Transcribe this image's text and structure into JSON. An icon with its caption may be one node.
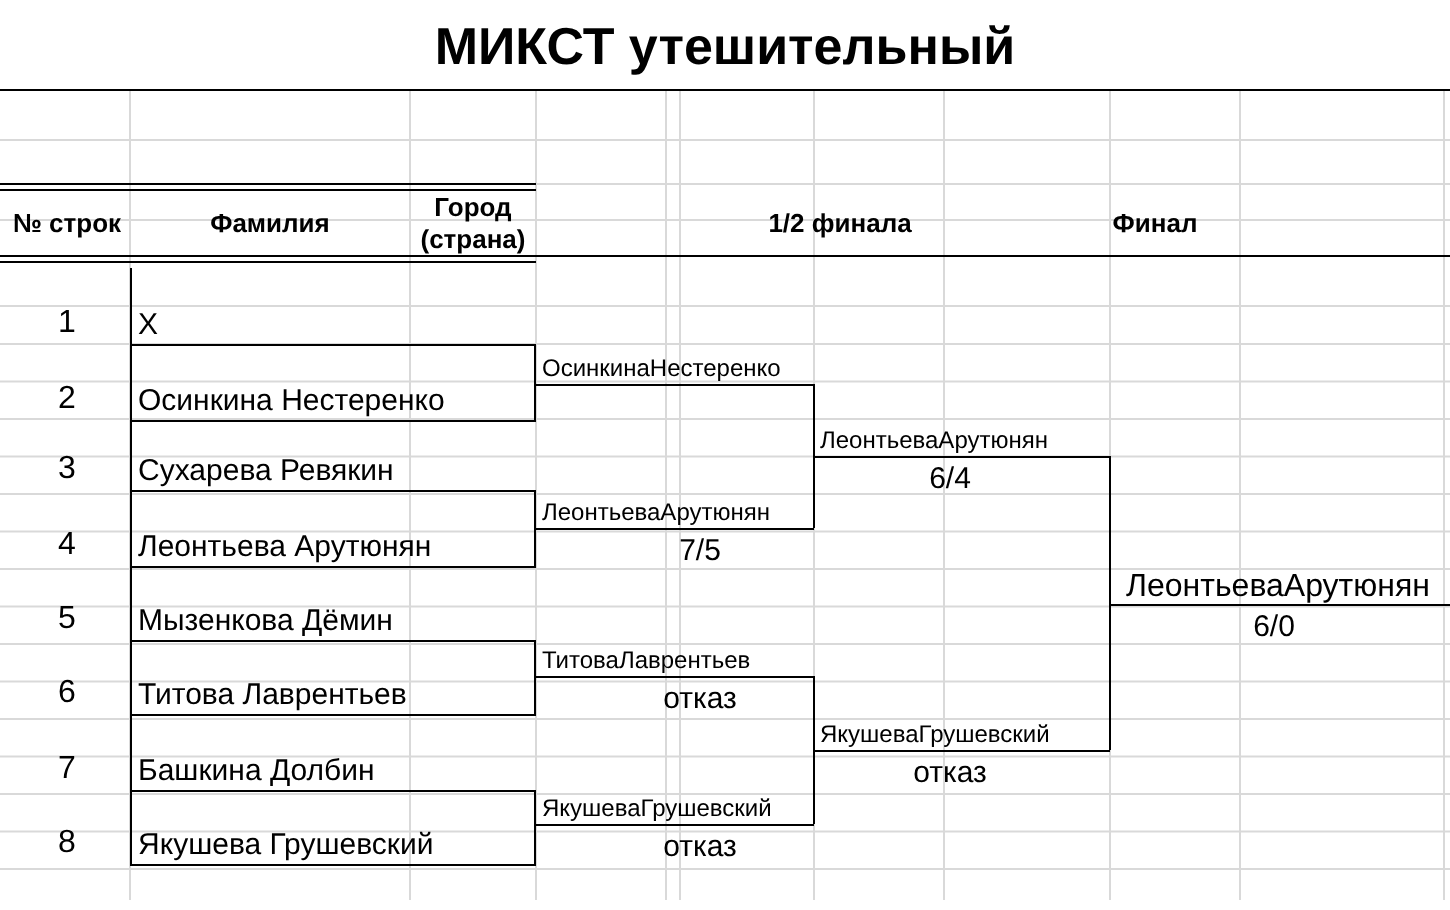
{
  "diagram": {
    "title": "МИКСТ утешительный",
    "nodes": [
      {
        "text": [
          "ОсинкинаНестеренко"
        ]
      },
      {
        "text": [
          "ЛеонтьеваАрутюнян"
        ],
        "beside": [
          "7/5"
        ]
      },
      {
        "text": [
          "ТитоваЛаврентьев"
        ],
        "beside": [
          "отказ"
        ]
      },
      {
        "text": [
          "ЯкушеваГрушевский"
        ],
        "beside": [
          "отказ"
        ]
      },
      {
        "text": [
          "ЛеонтьеваАрутюнян"
        ],
        "beside": [
          "6/4"
        ]
      },
      {
        "text": [
          "ЯкушеваГрушевский"
        ],
        "beside": [
          "отказ"
        ]
      },
      {
        "text": [
          "ЛеонтьеваАрутюнян"
        ],
        "beside": [
          "6/0"
        ]
      }
    ],
    "edges": [
      {
        "from": 0,
        "to": 4,
        "arrow": "none"
      },
      {
        "from": 1,
        "to": 4,
        "arrow": "none"
      },
      {
        "from": 2,
        "to": 5,
        "arrow": "none"
      },
      {
        "from": 3,
        "to": 5,
        "arrow": "none"
      },
      {
        "from": 4,
        "to": 6,
        "arrow": "none"
      },
      {
        "from": 5,
        "to": 6,
        "arrow": "none"
      }
    ],
    "labels": [
      "№ строк",
      "Фамилия",
      "Город (страна)",
      "1/2 финала",
      "Финал",
      "1",
      "X",
      "2",
      "Осинкина Нестеренко",
      "3",
      "Сухарева Ревякин",
      "4",
      "Леонтьева Арутюнян",
      "5",
      "Мызенкова Дёмин",
      "6",
      "Титова Лаврентьев",
      "7",
      "Башкина Долбин",
      "8",
      "Якушева Грушевский"
    ]
  }
}
